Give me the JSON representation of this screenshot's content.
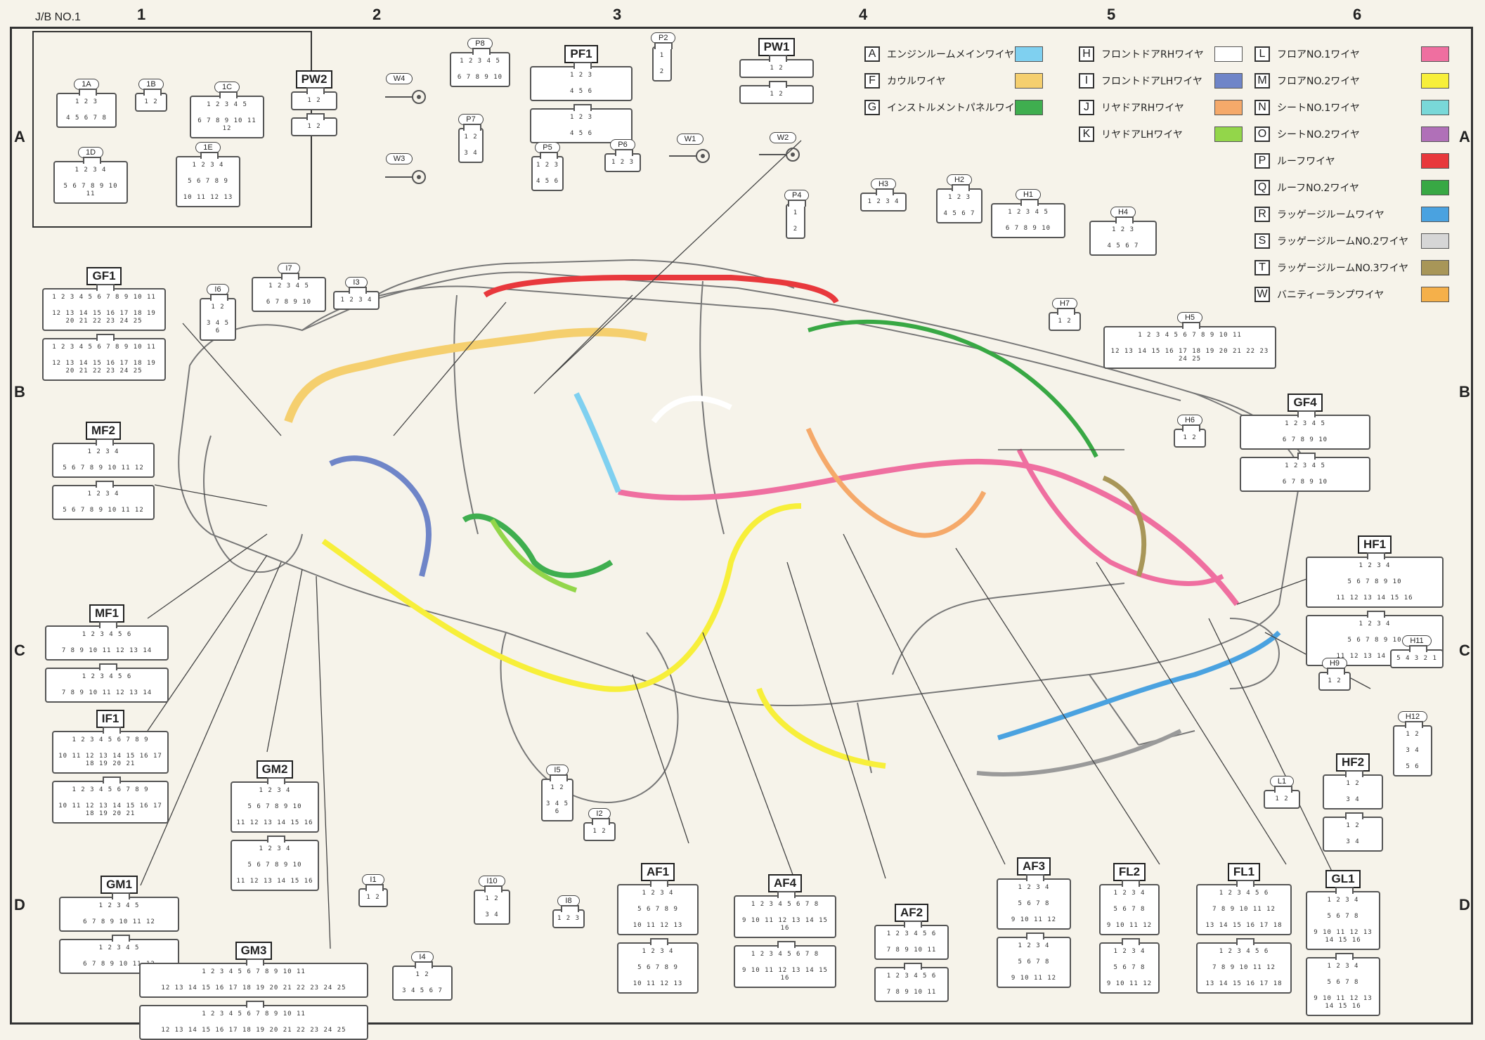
{
  "column_numbers": [
    "1",
    "2",
    "3",
    "4",
    "5",
    "6"
  ],
  "row_letters": [
    "A",
    "B",
    "C",
    "D"
  ],
  "junction_block": {
    "title": "J/B NO.1",
    "connectors": [
      "1A",
      "1B",
      "1C",
      "1D",
      "1E"
    ]
  },
  "legend": [
    {
      "code": "A",
      "name": "エンジンルームメインワイヤ",
      "color": "#7fd0f0"
    },
    {
      "code": "F",
      "name": "カウルワイヤ",
      "color": "#f5cf6e"
    },
    {
      "code": "G",
      "name": "インストルメントパネルワイヤ",
      "color": "#3fae4f"
    },
    {
      "code": "H",
      "name": "フロントドアRHワイヤ",
      "color": "#ffffff"
    },
    {
      "code": "I",
      "name": "フロントドアLHワイヤ",
      "color": "#6f85c8"
    },
    {
      "code": "J",
      "name": "リヤドアRHワイヤ",
      "color": "#f5a96a"
    },
    {
      "code": "K",
      "name": "リヤドアLHワイヤ",
      "color": "#93d64a"
    },
    {
      "code": "L",
      "name": "フロアNO.1ワイヤ",
      "color": "#ef6fa0"
    },
    {
      "code": "M",
      "name": "フロアNO.2ワイヤ",
      "color": "#f7ef3a"
    },
    {
      "code": "N",
      "name": "シートNO.1ワイヤ",
      "color": "#79d8d8"
    },
    {
      "code": "O",
      "name": "シートNO.2ワイヤ",
      "color": "#b070b8"
    },
    {
      "code": "P",
      "name": "ルーフワイヤ",
      "color": "#e8383c"
    },
    {
      "code": "Q",
      "name": "ルーフNO.2ワイヤ",
      "color": "#38a844"
    },
    {
      "code": "R",
      "name": "ラッゲージルームワイヤ",
      "color": "#4aa2e0"
    },
    {
      "code": "S",
      "name": "ラッゲージルームNO.2ワイヤ",
      "color": "#d6d6d6"
    },
    {
      "code": "T",
      "name": "ラッゲージルームNO.3ワイヤ",
      "color": "#a89658"
    },
    {
      "code": "W",
      "name": "バニティーランプワイヤ",
      "color": "#f5b04a"
    }
  ],
  "boxed_connectors": [
    "GF1",
    "MF2",
    "MF1",
    "IF1",
    "GM2",
    "GM1",
    "GM3",
    "PW2",
    "PF1",
    "PW1",
    "GF4",
    "HF1",
    "HF2",
    "AF1",
    "AF4",
    "AF2",
    "AF3",
    "FL2",
    "FL1",
    "GL1"
  ],
  "oval_connectors": [
    "I6",
    "I7",
    "I3",
    "P8",
    "P7",
    "P5",
    "P6",
    "P2",
    "W4",
    "W3",
    "W1",
    "W2",
    "P4",
    "H3",
    "H2",
    "H1",
    "H4",
    "H7",
    "H5",
    "H6",
    "H9",
    "H11",
    "H12",
    "L1",
    "I5",
    "I2",
    "I1",
    "I4",
    "I10",
    "I8"
  ],
  "connector_pins": {
    "1A": [
      "1 2 3",
      "4 5 6 7 8"
    ],
    "1B": [
      "1 2"
    ],
    "1C": [
      "1 2 3 4 5",
      "6 7 8 9 10 11 12"
    ],
    "1D": [
      "1 2 3 4",
      "5 6 7 8 9 10 11"
    ],
    "1E": [
      "1 2  3 4",
      "5 6  7  8 9",
      "10 11 12 13"
    ],
    "GF1": [
      "1 2 3 4 5 6  7 8 9 10 11",
      "12 13 14 15 16 17 18 19 20 21 22 23 24 25"
    ],
    "PW2": [
      "1 2"
    ],
    "PF1": [
      "1 2 3",
      "4 5 6"
    ],
    "PW1": [
      "1 2"
    ],
    "H1": [
      "1 2 3 4 5",
      "6 7 8 9 10"
    ],
    "H5": [
      "1 2 3 4 5 6 7 8 9 10 11",
      "12 13 14 15 16 17 18 19 20 21 22 23 24 25"
    ],
    "GF4": [
      "1 2 3 4 5",
      "6 7 8 9 10"
    ],
    "HF1": [
      "1 2 3 4",
      "5 6 7 8 9 10",
      "11 12 13 14 15 16"
    ],
    "MF2": [
      "1 2 3 4",
      "5 6 7 8 9 10 11 12"
    ],
    "MF1": [
      "1 2 3 4 5 6",
      "7 8 9 10 11 12 13 14"
    ],
    "IF1": [
      "1 2 3 4 5 6 7 8 9",
      "10 11 12 13 14 15 16 17 18 19 20 21"
    ],
    "GM2": [
      "1 2 3 4",
      "5 6 7 8 9 10",
      "11 12 13 14 15 16"
    ],
    "GM1": [
      "1 2 3 4 5",
      "6 7 8 9 10 11 12"
    ],
    "GM3": [
      "1 2 3 4 5 6 7 8 9 10 11",
      "12 13 14 15 16 17 18 19 20 21 22 23 24 25"
    ],
    "AF1": [
      "1 2 3 4",
      "5 6 7 8 9",
      "10 11 12 13"
    ],
    "AF4": [
      "1 2 3 4 5 6 7 8",
      "9 10 11 12 13 14 15 16"
    ],
    "AF2": [
      "1 2 3 4 5 6",
      "7 8 9 10 11"
    ],
    "AF3": [
      "1 2 3 4",
      "5 6 7 8",
      "9 10 11 12"
    ],
    "FL2": [
      "1 2 3 4",
      "5 6 7 8",
      "9 10 11 12"
    ],
    "FL1": [
      "1 2 3 4 5 6",
      "7 8 9 10 11 12",
      "13 14 15 16 17 18"
    ],
    "GL1": [
      "1 2 3 4",
      "5 6 7 8",
      "9 10 11 12 13 14 15 16"
    ],
    "HF2": [
      "1 2",
      "3 4"
    ],
    "H11": [
      "5 4 3 2 1"
    ],
    "H12": [
      "1 2",
      "3 4",
      "5 6"
    ],
    "I1": [
      "1 2"
    ],
    "I4": [
      "1 2",
      "3 4 5 6 7"
    ],
    "I10": [
      "1 2",
      "3 4"
    ],
    "I8": [
      "1 2 3"
    ],
    "I5": [
      "1 2",
      "3 4 5 6"
    ],
    "I2": [
      "1 2"
    ],
    "I6": [
      "1 2",
      "3 4 5 6"
    ],
    "I7": [
      "1 2 3 4 5",
      "6 7 8 9 10"
    ],
    "I3": [
      "1 2 3 4"
    ],
    "P8": [
      "1 2 3 4 5",
      "6 7 8 9 10"
    ],
    "P7": [
      "1 2",
      "3 4"
    ],
    "P5": [
      "1 2 3",
      "4 5 6"
    ],
    "P6": [
      "1 2 3"
    ],
    "P2": [
      "1",
      "2"
    ],
    "P4": [
      "1",
      "2"
    ],
    "H3": [
      "1 2 3 4"
    ],
    "H2": [
      "1 2 3",
      "4 5 6 7"
    ],
    "H4": [
      "1 2 3",
      "4 5 6 7"
    ],
    "H7": [
      "1 2"
    ],
    "H6": [
      "1 2"
    ],
    "H9": [
      "1 2"
    ],
    "L1": [
      "1 2"
    ]
  }
}
